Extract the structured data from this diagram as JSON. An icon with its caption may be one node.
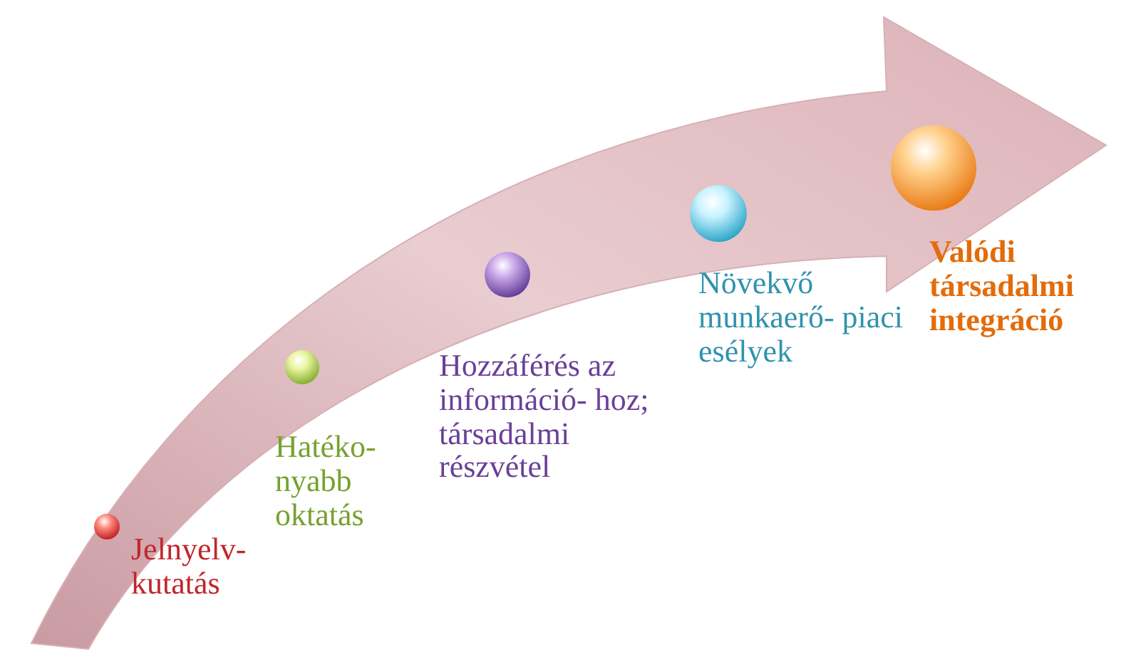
{
  "diagram": {
    "nodes": [
      {
        "text": [
          "Jelnyelv- kutatás"
        ]
      },
      {
        "text": [
          "Hatéko- nyabb oktatás"
        ]
      },
      {
        "text": [
          "Hozzáférés az információ- hoz; társadalmi részvétel"
        ]
      },
      {
        "text": [
          "Növekvő munkaerő- piaci esélyek"
        ]
      },
      {
        "text": [
          "Valódi társadalmi integráció"
        ]
      }
    ]
  }
}
